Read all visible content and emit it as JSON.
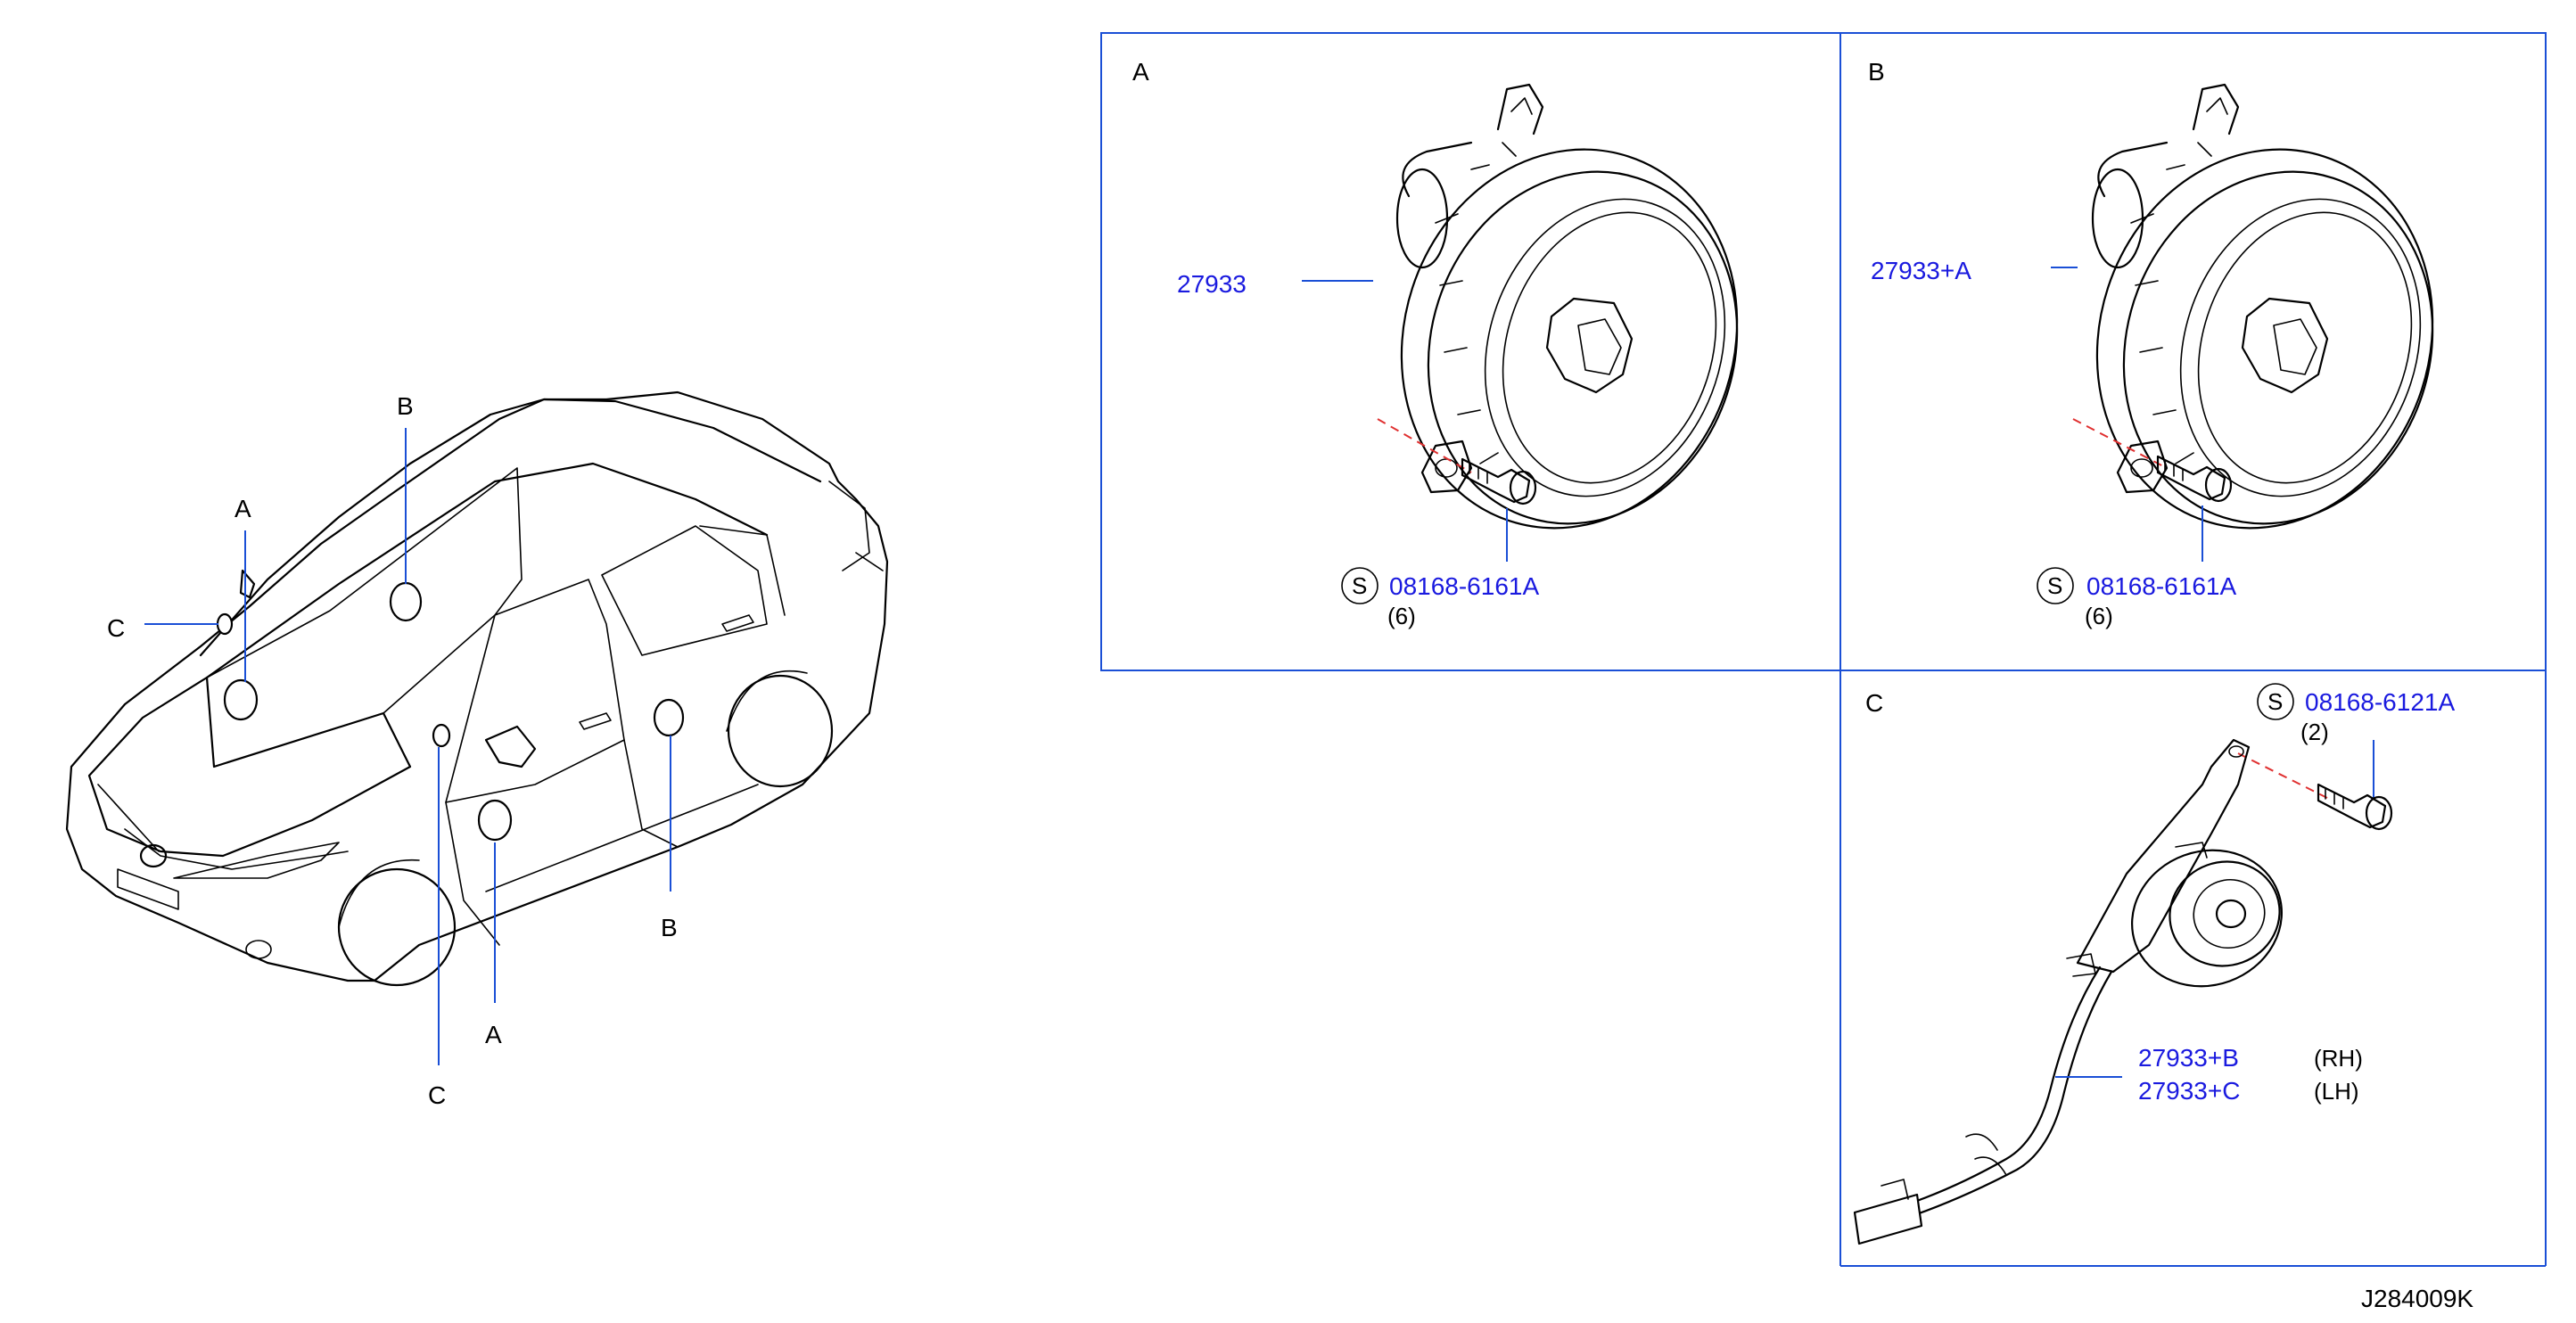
{
  "car": {
    "callouts": {
      "top_b": "B",
      "top_a": "A",
      "left_c": "C",
      "bottom_b": "B",
      "bottom_a": "A",
      "bottom_c": "C"
    }
  },
  "panel_a": {
    "letter": "A",
    "part_number": "27933",
    "screw_symbol": "S",
    "screw_part": "08168-6161A",
    "screw_qty": "(6)"
  },
  "panel_b": {
    "letter": "B",
    "part_number": "27933+A",
    "screw_symbol": "S",
    "screw_part": "08168-6161A",
    "screw_qty": "(6)"
  },
  "panel_c": {
    "letter": "C",
    "screw_symbol": "S",
    "screw_part": "08168-6121A",
    "screw_qty": "(2)",
    "parts": [
      {
        "number": "27933+B",
        "side": "(RH)"
      },
      {
        "number": "27933+C",
        "side": "(LH)"
      }
    ]
  },
  "diagram_id": "J284009K",
  "colors": {
    "frame": "#1a4fd6",
    "part_number": "#1a1adf",
    "dash": "#e03030",
    "line": "#000000"
  }
}
